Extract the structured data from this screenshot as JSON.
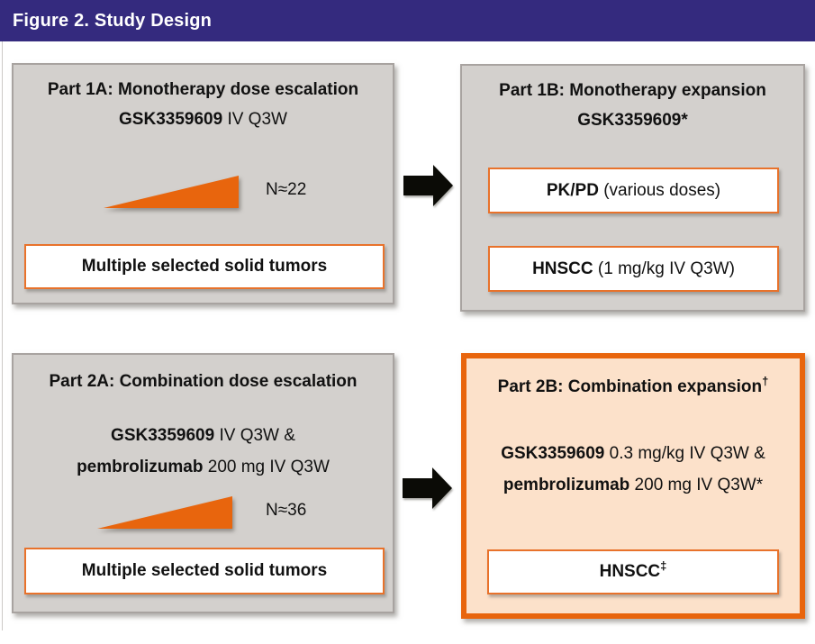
{
  "figure": {
    "title": "Figure 2. Study Design"
  },
  "colors": {
    "header_bg": "#342a7e",
    "box_bg": "#d3d0cd",
    "box_border": "#a8a3a0",
    "accent_orange": "#e8650d",
    "highlight_bg": "#fce1ca",
    "white_box_border": "#e8722b",
    "arrow": "#000000"
  },
  "part1a": {
    "title": "Part 1A: Monotherapy dose escalation",
    "regimen_drug": "GSK3359609",
    "regimen_rest": " IV Q3W",
    "n_label": "N≈22",
    "population": "Multiple selected solid tumors"
  },
  "part1b": {
    "title": "Part 1B: Monotherapy expansion",
    "subtitle": "GSK3359609*",
    "cohort1_bold": "PK/PD",
    "cohort1_rest": " (various doses)",
    "cohort2_bold": "HNSCC",
    "cohort2_rest": " (1 mg/kg IV Q3W)"
  },
  "part2a": {
    "title": "Part 2A: Combination dose escalation",
    "regimen1_drug": "GSK3359609",
    "regimen1_rest": " IV Q3W &",
    "regimen2_drug": "pembrolizumab",
    "regimen2_rest": " 200 mg IV Q3W",
    "n_label": "N≈36",
    "population": "Multiple selected solid tumors"
  },
  "part2b": {
    "title": "Part 2B: Combination expansion",
    "title_sup": "†",
    "regimen1_drug": "GSK3359609",
    "regimen1_rest": " 0.3 mg/kg IV Q3W &",
    "regimen2_drug": "pembrolizumab",
    "regimen2_rest": " 200 mg IV Q3W*",
    "cohort": "HNSCC",
    "cohort_sup": "‡"
  }
}
